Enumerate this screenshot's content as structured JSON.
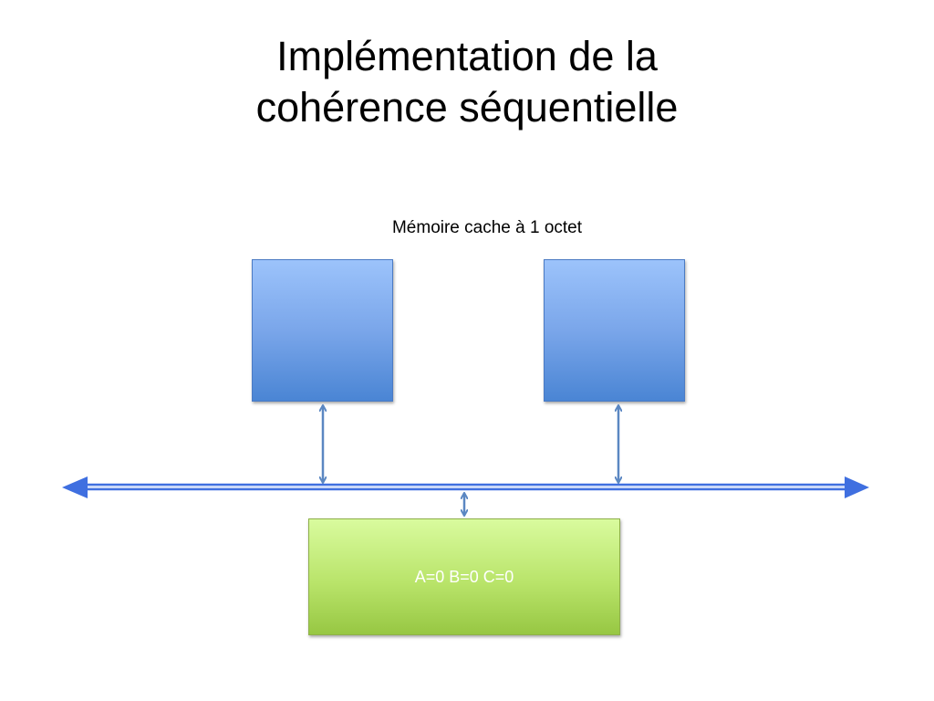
{
  "slide": {
    "title_line1": "Implémentation de la",
    "title_line2": "cohérence séquentielle",
    "cache_label": "Mémoire cache à 1 octet",
    "memory_text": "A=0 B=0 C=0"
  },
  "colors": {
    "bus": "#3f6fe0",
    "connector": "#5b87c2",
    "cache_fill_top": "#9cc3fb",
    "cache_fill_bottom": "#4a85d4",
    "memory_fill_top": "#d9fb9e",
    "memory_fill_bottom": "#97c743",
    "memory_text": "#ffffff"
  }
}
